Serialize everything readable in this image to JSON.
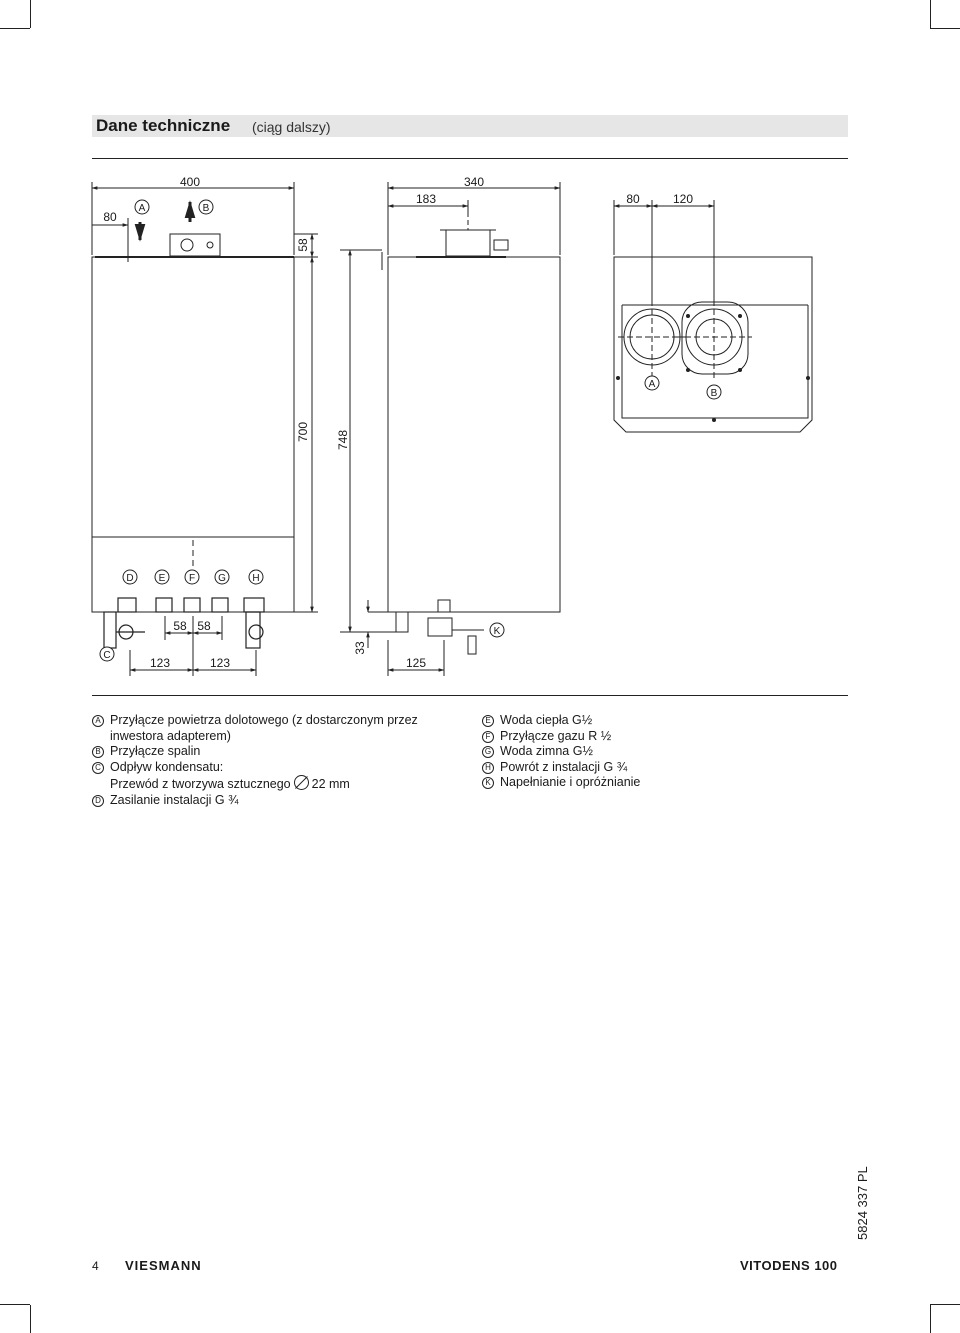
{
  "header": {
    "title": "Dane techniczne",
    "subtitle": "(ciąg dalszy)"
  },
  "dimensions": {
    "front_width": "400",
    "left_offset": "80",
    "top_height": "58",
    "body_height": "700",
    "total_height": "748",
    "bottom_offset": "33",
    "conn_spacing_1": "58",
    "conn_spacing_2": "58",
    "conn_left": "123",
    "conn_right": "123",
    "side_depth": "340",
    "side_flue": "183",
    "side_bottom": "125",
    "top_left": "80",
    "top_right": "120"
  },
  "labels": {
    "a": "A",
    "b": "B",
    "c": "C",
    "d": "D",
    "e": "E",
    "f": "F",
    "g": "G",
    "h": "H",
    "k": "K"
  },
  "legend": {
    "left": [
      {
        "key": "A",
        "text": "Przyłącze powietrza dolotowego (z dostarczonym przez",
        "cont": "inwestora adapterem)"
      },
      {
        "key": "B",
        "text": "Przyłącze spalin"
      },
      {
        "key": "C",
        "text": "Odpływ kondensatu:",
        "cont_prefix": "Przewód z tworzywa sztucznego",
        "cont_suffix": "22 mm"
      },
      {
        "key": "D",
        "text": "Zasilanie instalacji G ¾"
      }
    ],
    "right": [
      {
        "key": "E",
        "text": "Woda ciepła G½"
      },
      {
        "key": "F",
        "text": "Przyłącze gazu R ½"
      },
      {
        "key": "G",
        "text": "Woda zimna G½"
      },
      {
        "key": "H",
        "text": "Powrót z instalacji G ¾"
      },
      {
        "key": "K",
        "text": "Napełnianie i opróżnianie"
      }
    ]
  },
  "footer": {
    "page": "4",
    "brand": "VIESMANN",
    "product": "VITODENS 100",
    "doc_code": "5824 337 PL"
  }
}
